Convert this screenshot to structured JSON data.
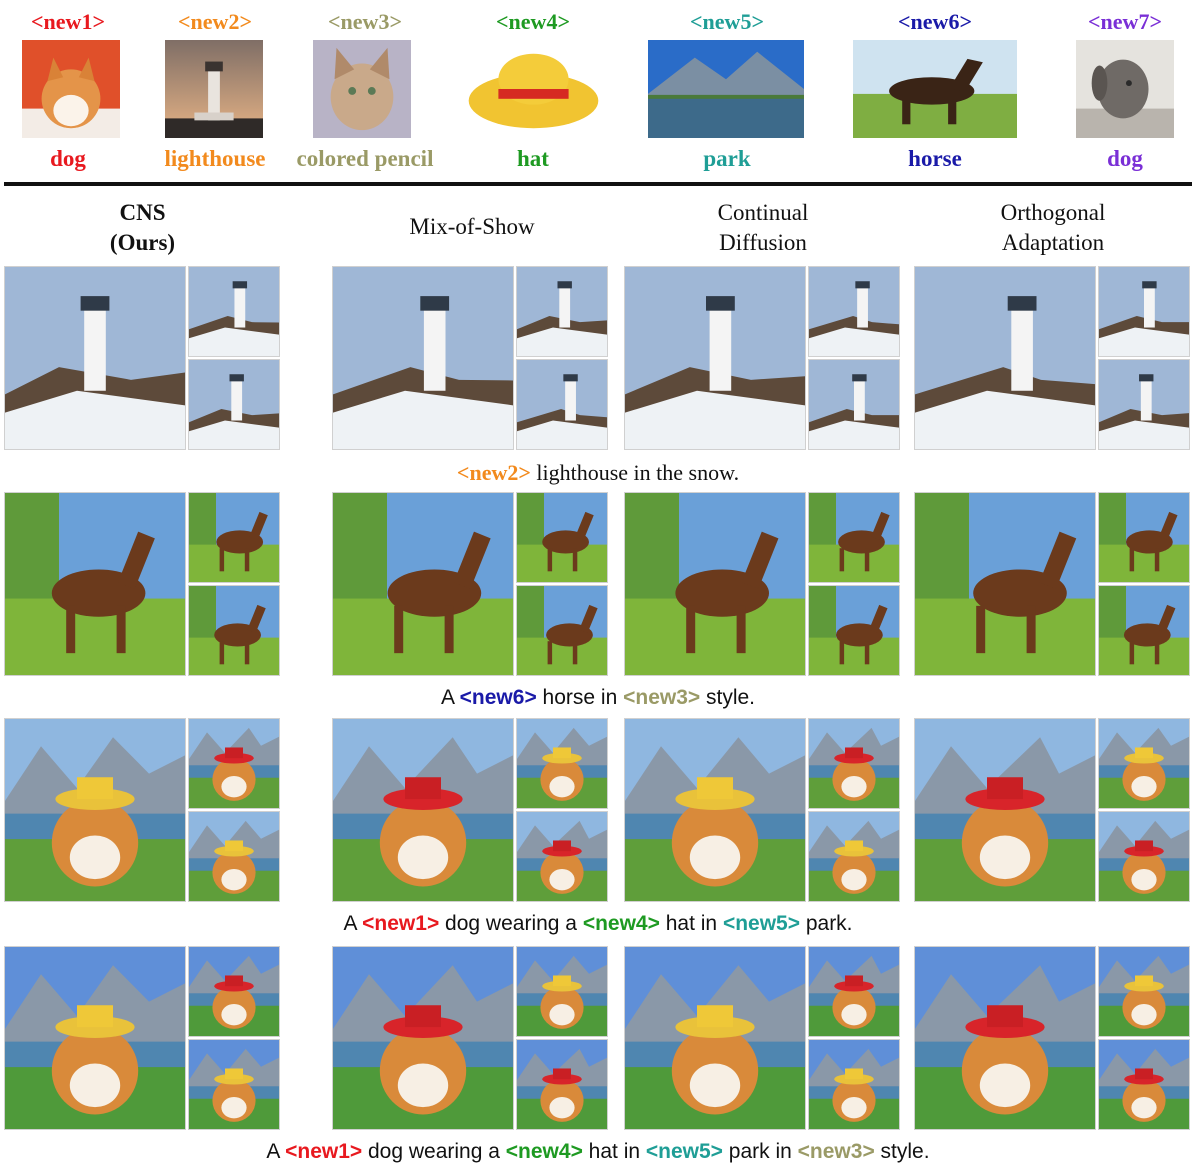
{
  "concepts": [
    {
      "tag": "<new1>",
      "word": "dog",
      "color": "#e8191f",
      "icon": "corgi-photo"
    },
    {
      "tag": "<new2>",
      "word": "lighthouse",
      "color": "#f28a1d",
      "icon": "lighthouse-photo"
    },
    {
      "tag": "<new3>",
      "word": "colored pencil",
      "color": "#9a9a66",
      "icon": "pencil-cat-drawing"
    },
    {
      "tag": "<new4>",
      "word": "hat",
      "color": "#1e9a22",
      "icon": "straw-hat-photo"
    },
    {
      "tag": "<new5>",
      "word": "park",
      "color": "#1f9e96",
      "icon": "mountain-lake-photo"
    },
    {
      "tag": "<new6>",
      "word": "horse",
      "color": "#1a1aa8",
      "icon": "brown-horse-photo"
    },
    {
      "tag": "<new7>",
      "word": "dog",
      "color": "#7a2fd6",
      "icon": "grey-dog-photo"
    }
  ],
  "columns": [
    {
      "line1": "CNS",
      "line2": "(Ours)"
    },
    {
      "line1": "Mix-of-Show",
      "line2": ""
    },
    {
      "line1": "Continual",
      "line2": "Diffusion"
    },
    {
      "line1": "Orthogonal",
      "line2": "Adaptation"
    }
  ],
  "captions": [
    {
      "parts": [
        {
          "t": "<new2>",
          "c": "#f28a1d"
        },
        {
          "t": " lighthouse in the snow.",
          "c": ""
        }
      ]
    },
    {
      "parts": [
        {
          "t": "A ",
          "c": ""
        },
        {
          "t": "<new6>",
          "c": "#1a1aa8"
        },
        {
          "t": " horse in ",
          "c": ""
        },
        {
          "t": "<new3>",
          "c": "#9a9a66"
        },
        {
          "t": " style.",
          "c": ""
        }
      ]
    },
    {
      "parts": [
        {
          "t": "A ",
          "c": ""
        },
        {
          "t": "<new1>",
          "c": "#e8191f"
        },
        {
          "t": " dog wearing a ",
          "c": ""
        },
        {
          "t": "<new4>",
          "c": "#1e9a22"
        },
        {
          "t": " hat in ",
          "c": ""
        },
        {
          "t": "<new5>",
          "c": "#1f9e96"
        },
        {
          "t": " park.",
          "c": ""
        }
      ]
    },
    {
      "parts": [
        {
          "t": "A ",
          "c": ""
        },
        {
          "t": "<new1>",
          "c": "#e8191f"
        },
        {
          "t": " dog wearing a ",
          "c": ""
        },
        {
          "t": "<new4>",
          "c": "#1e9a22"
        },
        {
          "t": " hat in ",
          "c": ""
        },
        {
          "t": "<new5>",
          "c": "#1f9e96"
        },
        {
          "t": " park in ",
          "c": ""
        },
        {
          "t": "<new3>",
          "c": "#9a9a66"
        },
        {
          "t": " style.",
          "c": ""
        }
      ]
    }
  ],
  "rows": [
    {
      "scene": "lighthouse-snow",
      "sky": "#9fb7d6",
      "ground": "#eef2f5",
      "subject": "#f4f4f4"
    },
    {
      "scene": "horse-pencil",
      "sky": "#6aa0d8",
      "ground": "#7fb53a",
      "subject": "#6b3a1c"
    },
    {
      "scene": "corgi-hat-park",
      "sky": "#8fb7e0",
      "ground": "#5f9e3a",
      "subject": "#d98a3a"
    },
    {
      "scene": "corgi-hat-park-pencil",
      "sky": "#5f8fd8",
      "ground": "#4f9a3a",
      "subject": "#d98a3a"
    }
  ]
}
